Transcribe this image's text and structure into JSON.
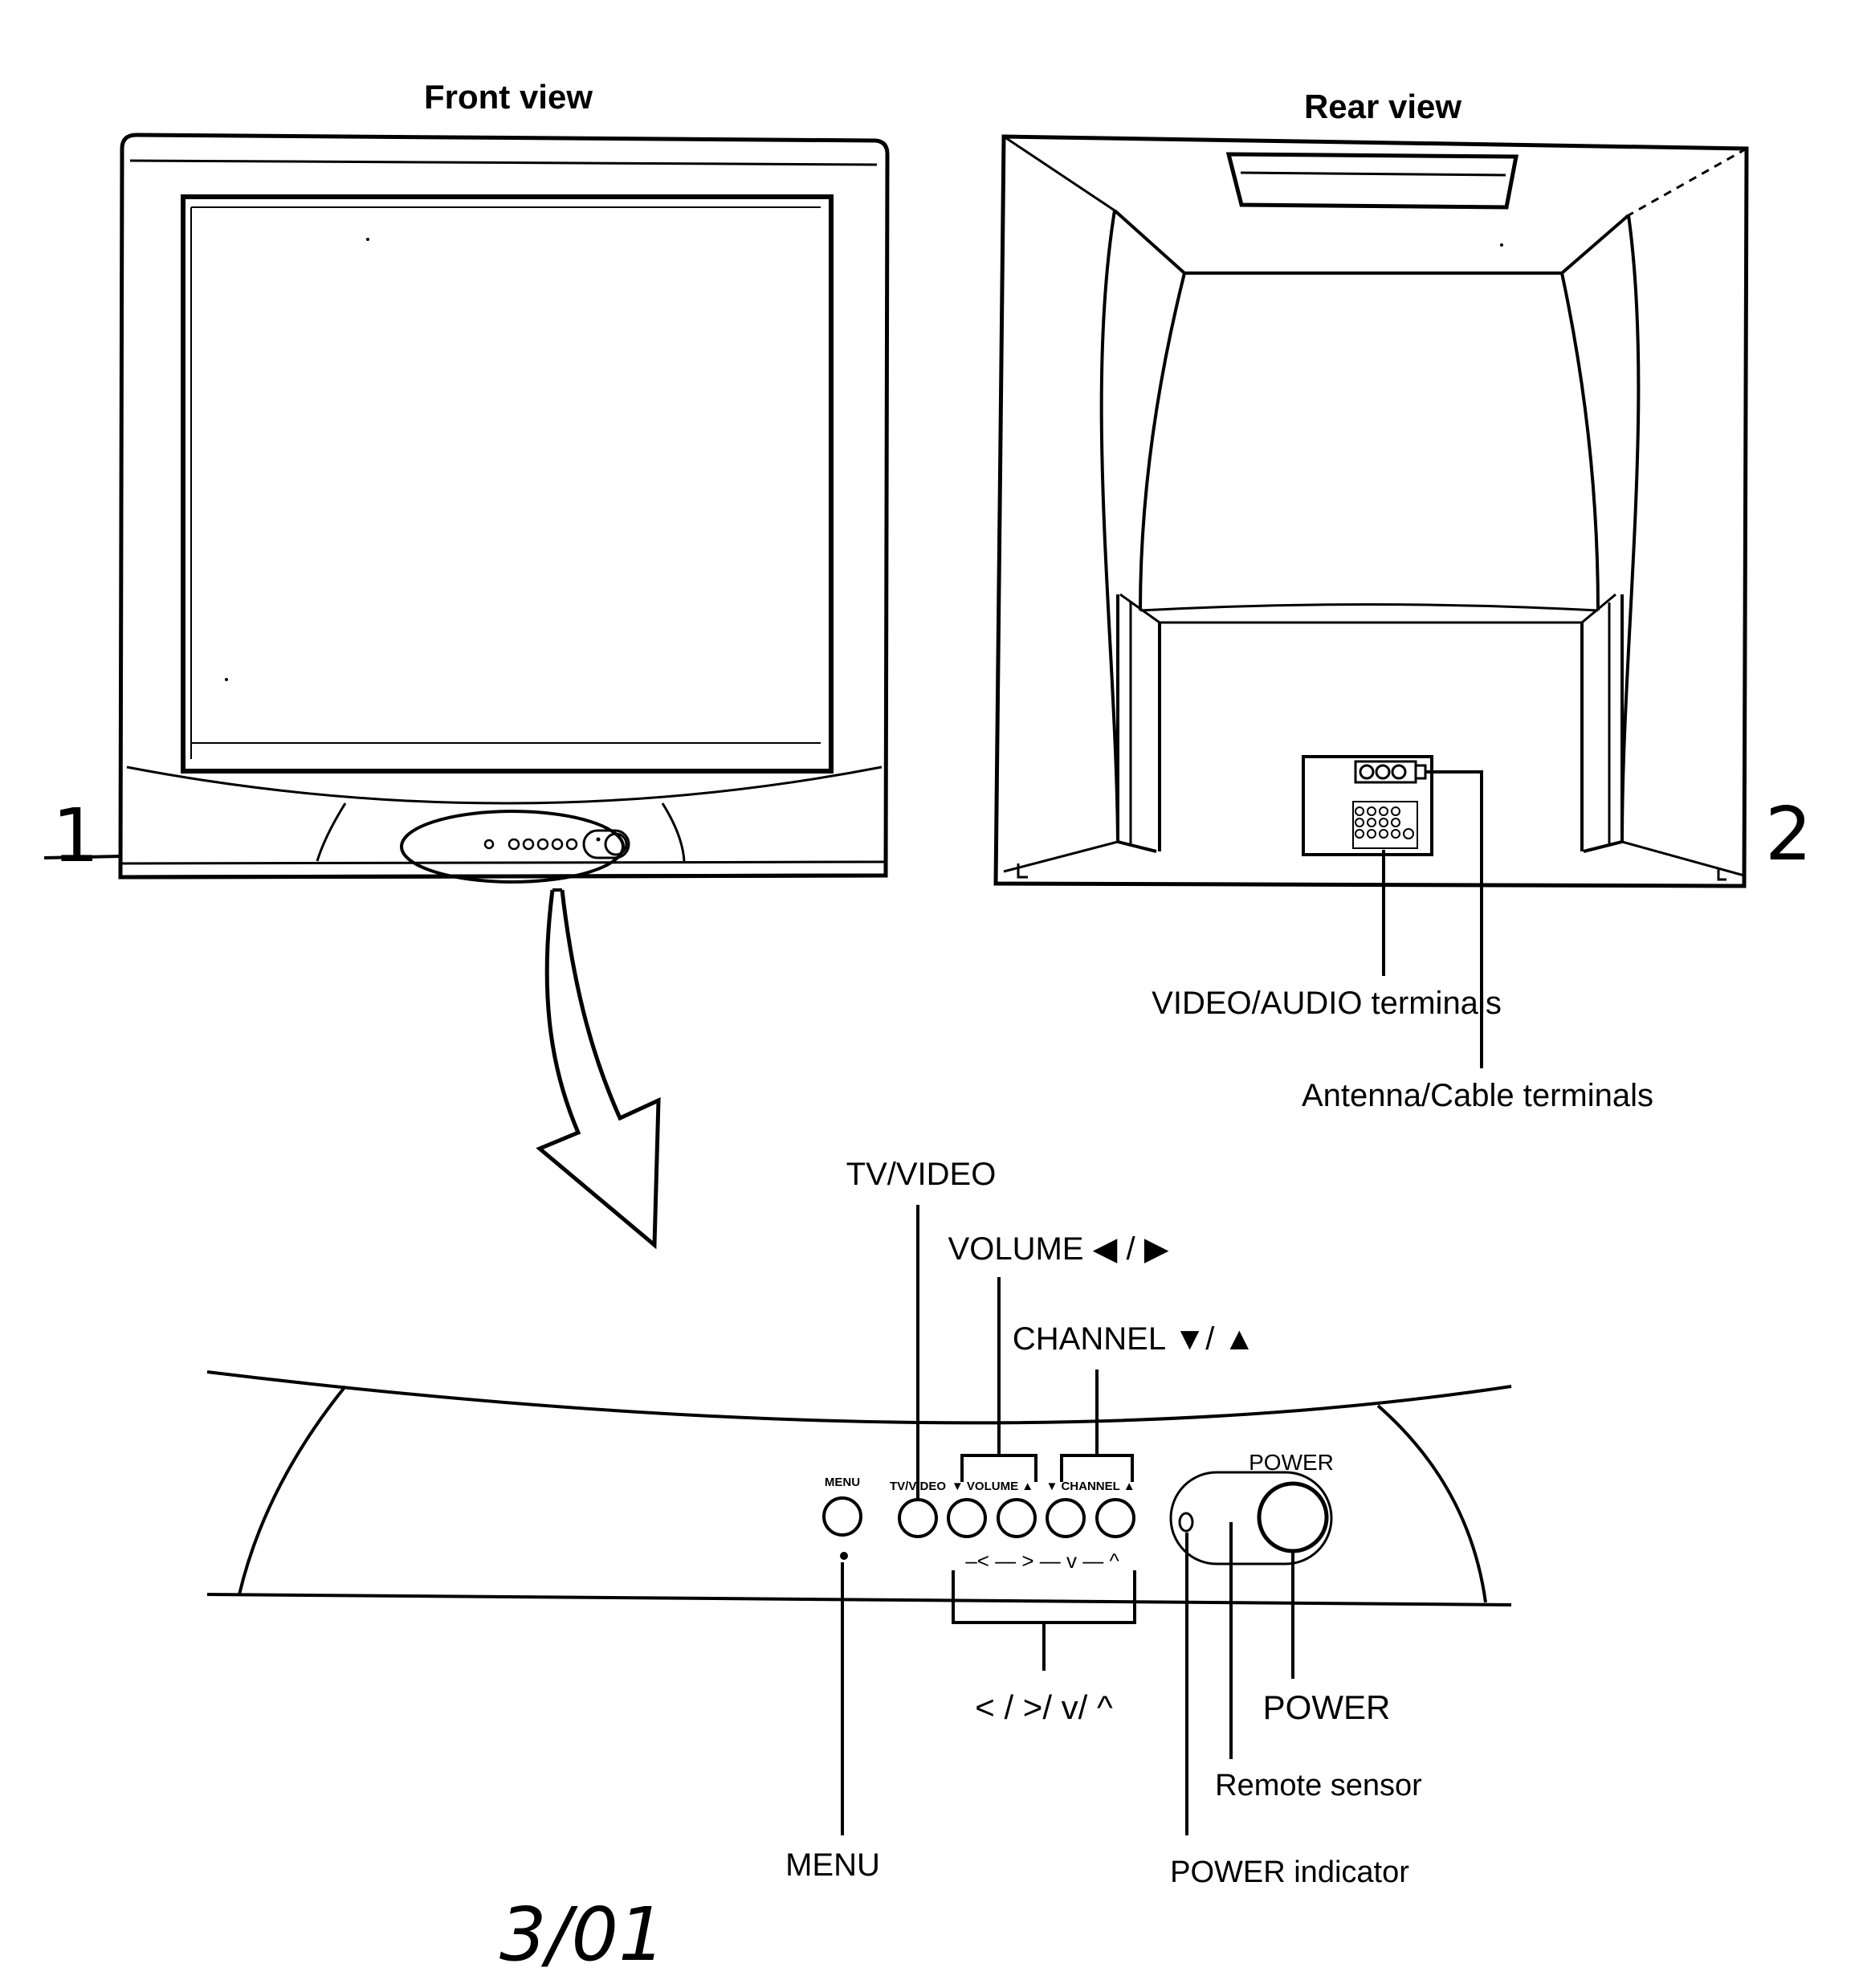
{
  "front_view": {
    "title": "Front view",
    "figure_number": "1"
  },
  "rear_view": {
    "title": "Rear view",
    "figure_number": "2",
    "callouts": {
      "video_audio": "VIDEO/AUDIO terminals",
      "antenna_cable": "Antenna/Cable terminals"
    }
  },
  "panel": {
    "button_labels": {
      "menu": "MENU",
      "tv_video": "TV/VIDEO",
      "volume": "▼ VOLUME ▲",
      "channel": "▼ CHANNEL ▲",
      "power": "POWER",
      "nav_marks": "–< — > — v — ^"
    },
    "callouts": {
      "tv_video": "TV/VIDEO",
      "volume": "VOLUME ◀ / ▶",
      "channel": "CHANNEL ▼/ ▲",
      "nav": "< / >/ v/ ^",
      "menu": "MENU",
      "power": "POWER",
      "remote_sensor": "Remote sensor",
      "power_indicator": "POWER indicator"
    }
  },
  "sheet_number": "3/01"
}
